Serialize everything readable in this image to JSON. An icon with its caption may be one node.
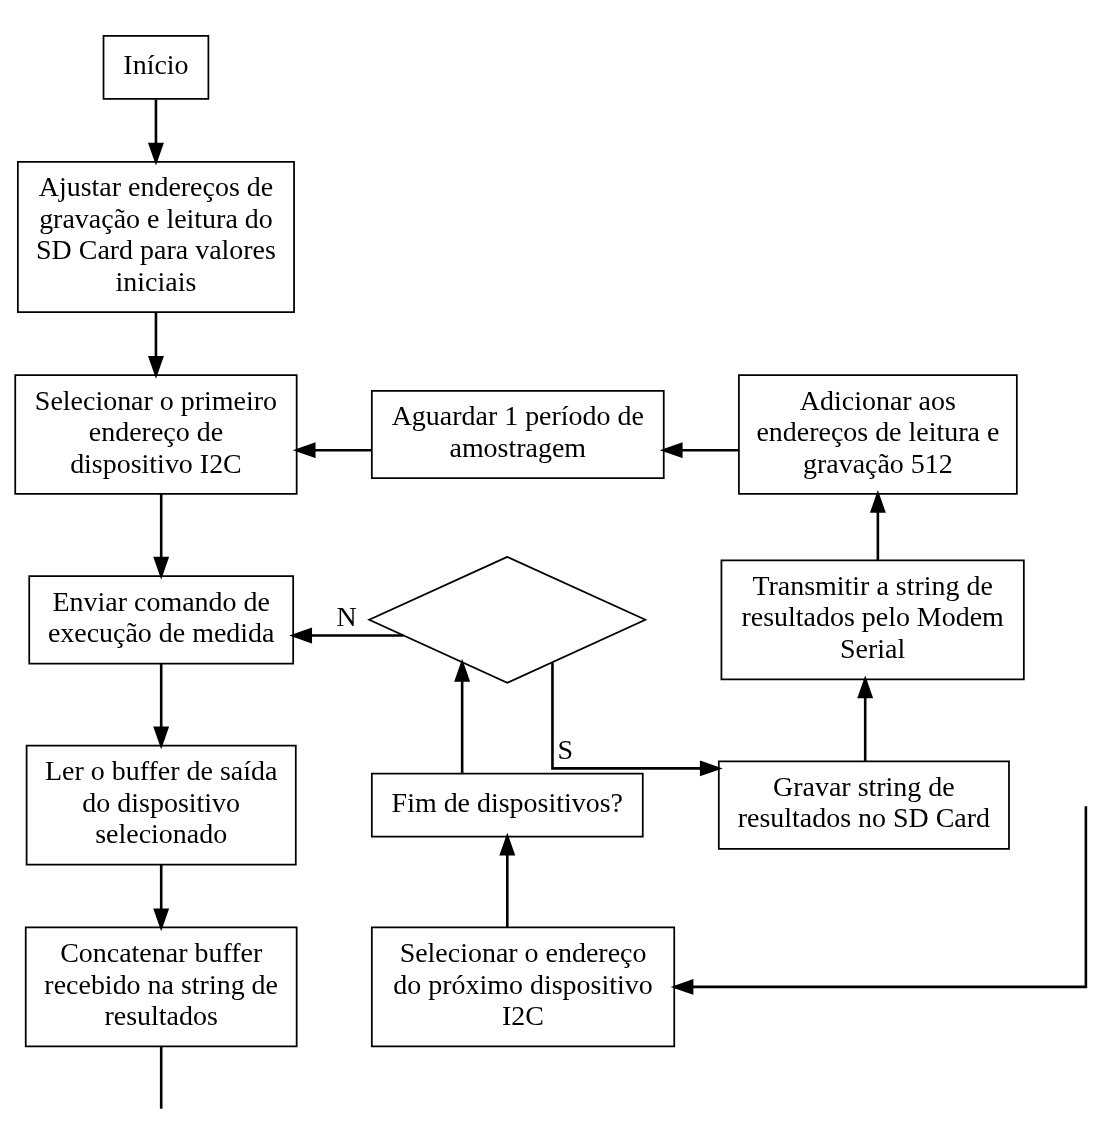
{
  "diagram": {
    "nodes": [
      {
        "text": [
          "Início"
        ]
      },
      {
        "text": [
          "Ajustar endereços de gravação e leitura do SD Card para valores iniciais"
        ]
      },
      {
        "text": [
          "Selecionar o primeiro endereço de dispositivo I2C"
        ]
      },
      {
        "text": [
          "Aguardar 1 período de amostragem"
        ]
      },
      {
        "text": [
          "Adicionar aos endereços de leitura e gravação 512"
        ]
      },
      {
        "text": [
          "Enviar comando de execução de medida"
        ]
      },
      {
        "text": [],
        "shape": "diamond"
      },
      {
        "text": [
          "Transmitir a string de resultados pelo Modem Serial"
        ]
      },
      {
        "text": [
          "Fim de dispositivos?"
        ]
      },
      {
        "text": [
          "Ler o buffer de saída do dispositivo selecionado"
        ]
      },
      {
        "text": [
          "Gravar string de resultados no SD Card"
        ]
      },
      {
        "text": [
          "Selecionar o endereço do próximo dispositivo I2C"
        ]
      },
      {
        "text": [
          "Concatenar buffer recebido na string de resultados"
        ]
      }
    ],
    "edges": [
      {
        "from": 0,
        "to": 1,
        "arrow": "to"
      },
      {
        "from": 1,
        "to": 2,
        "arrow": "to"
      },
      {
        "from": 3,
        "to": 2,
        "arrow": "to"
      },
      {
        "from": 4,
        "to": 3,
        "arrow": "to"
      },
      {
        "from": 2,
        "to": 5,
        "arrow": "to"
      },
      {
        "from": 6,
        "to": 5,
        "arrow": "to",
        "label": "N"
      },
      {
        "from": 6,
        "to": 10,
        "arrow": "to",
        "label": "S"
      },
      {
        "from": 8,
        "to": 6,
        "arrow": "to"
      },
      {
        "from": 10,
        "to": 7,
        "arrow": "to"
      },
      {
        "from": 7,
        "to": 4,
        "arrow": "to"
      },
      {
        "from": 5,
        "to": 9,
        "arrow": "to"
      },
      {
        "from": 9,
        "to": 12,
        "arrow": "to"
      },
      {
        "from": 11,
        "to": 8,
        "arrow": "to"
      },
      {
        "from": 12,
        "to": null,
        "arrow": "none"
      },
      {
        "from": null,
        "to": 11,
        "arrow": "to"
      }
    ]
  }
}
